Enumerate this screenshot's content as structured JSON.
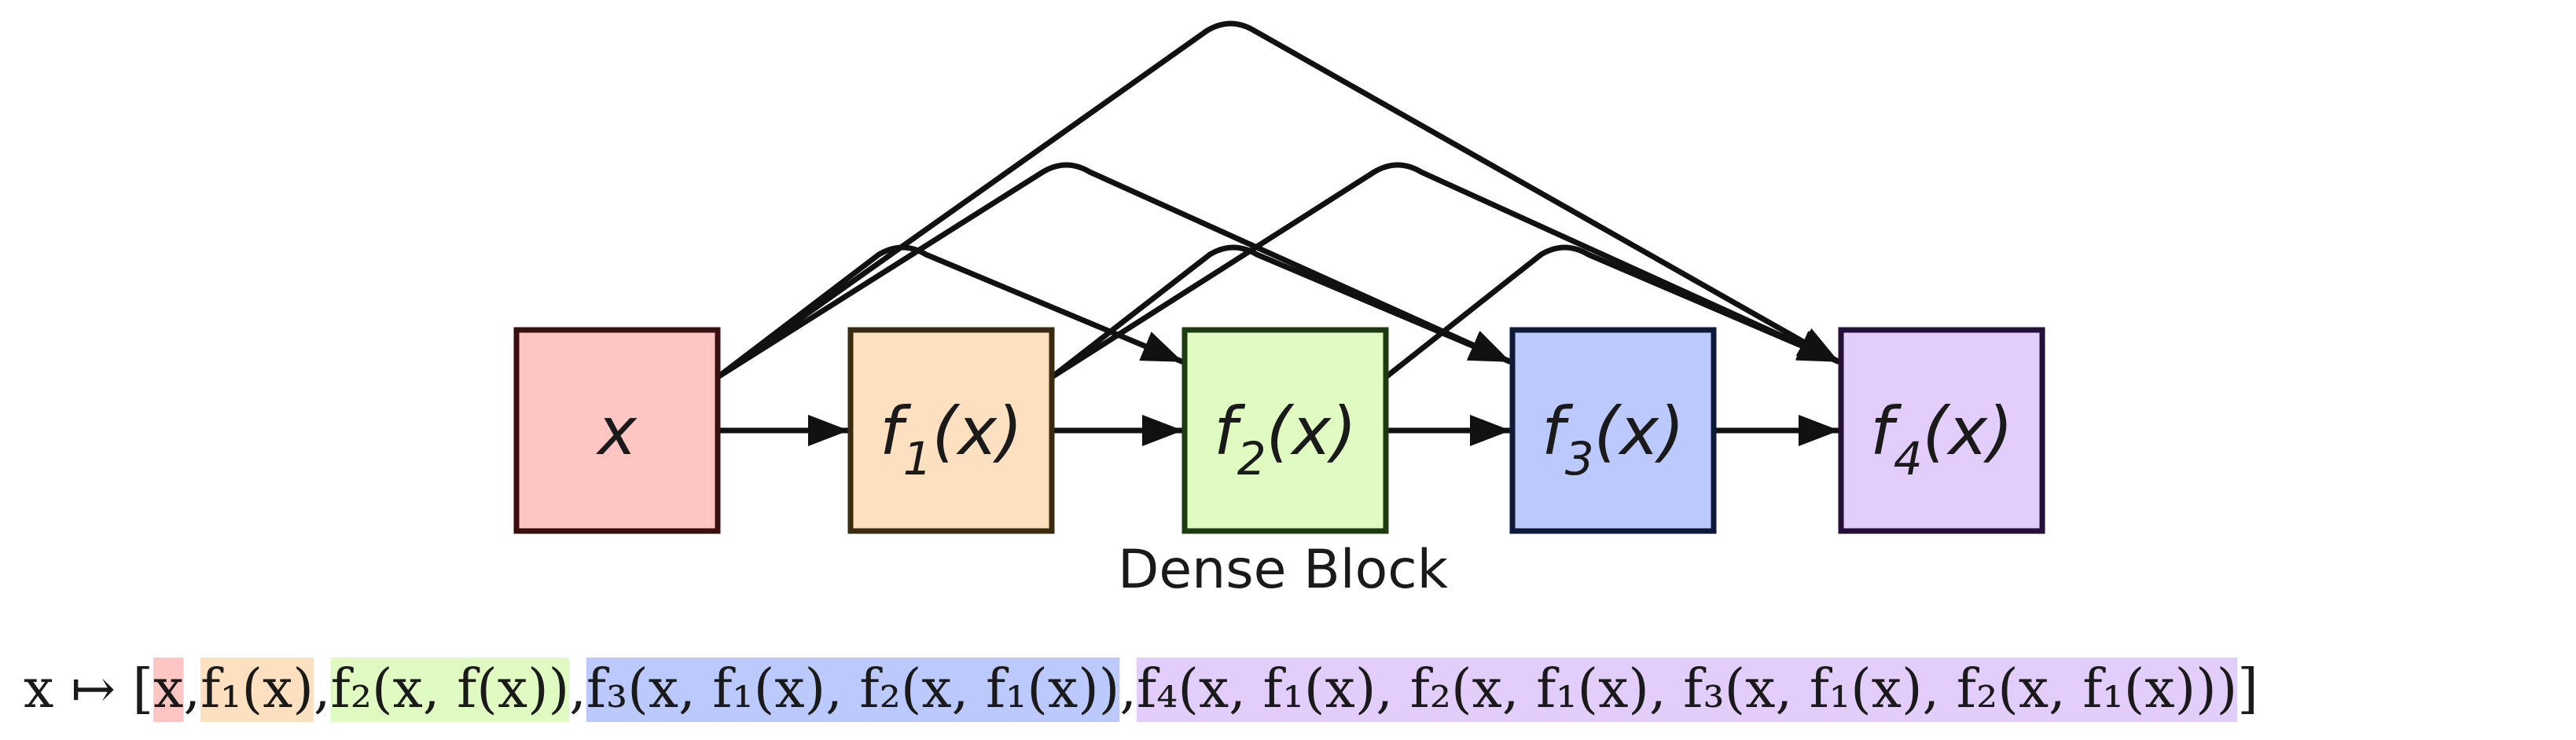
{
  "diagram": {
    "caption": "Dense Block",
    "nodes": [
      {
        "id": "x",
        "base": "x",
        "sub": "",
        "arg": "",
        "fill": "#fdc6c3",
        "stroke": "#3a0f0f"
      },
      {
        "id": "f1",
        "base": "f",
        "sub": "1",
        "arg": "(x)",
        "fill": "#fde0c0",
        "stroke": "#3a2a10"
      },
      {
        "id": "f2",
        "base": "f",
        "sub": "2",
        "arg": "(x)",
        "fill": "#e0fbc2",
        "stroke": "#1e3a10"
      },
      {
        "id": "f3",
        "base": "f",
        "sub": "3",
        "arg": "(x)",
        "fill": "#bcc9fd",
        "stroke": "#0f1a3a"
      },
      {
        "id": "f4",
        "base": "f",
        "sub": "4",
        "arg": "(x)",
        "fill": "#e2cdfb",
        "stroke": "#24103a"
      }
    ],
    "edges": [
      {
        "from": "x",
        "to": "f1"
      },
      {
        "from": "f1",
        "to": "f2"
      },
      {
        "from": "f2",
        "to": "f3"
      },
      {
        "from": "f3",
        "to": "f4"
      },
      {
        "from": "x",
        "to": "f2"
      },
      {
        "from": "x",
        "to": "f3"
      },
      {
        "from": "x",
        "to": "f4"
      },
      {
        "from": "f1",
        "to": "f3"
      },
      {
        "from": "f1",
        "to": "f4"
      },
      {
        "from": "f2",
        "to": "f4"
      }
    ]
  },
  "formula": {
    "prefix": "x ↦ [",
    "suffix": "]",
    "separator": ", ",
    "terms": [
      {
        "text": "x",
        "highlight": "#fdc6c3"
      },
      {
        "text": "f₁(x)",
        "highlight": "#fde0c0"
      },
      {
        "text": "f₂(x, f(x))",
        "highlight": "#e0fbc2"
      },
      {
        "text": "f₃(x, f₁(x), f₂(x, f₁(x))",
        "highlight": "#bcc9fd"
      },
      {
        "text": "f₄(x, f₁(x), f₂(x, f₁(x), f₃(x, f₁(x), f₂(x, f₁(x)))",
        "highlight": "#e2cdfb"
      }
    ]
  }
}
